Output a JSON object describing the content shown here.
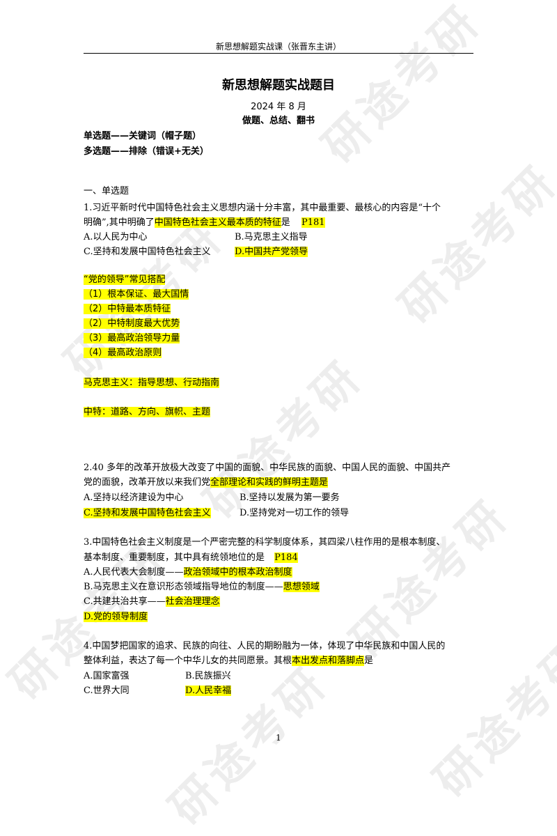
{
  "header": {
    "text": "新思想解题实战课（张晋东主讲）"
  },
  "title": "新思想解题实战题目",
  "date": "2024 年 8 月",
  "motto": "做题、总结、翻书",
  "tips": [
    "单选题——关键词（帽子题）",
    "多选题——排除（错误+无关）"
  ],
  "section": "一、单选题",
  "q1": {
    "line1": "1.习近平新时代中国特色社会主义思想内涵十分丰富，其中最重要、最核心的内容是“十个",
    "line2_pre": "明确”,其中明确了",
    "line2_hl": "中国特色社会主义最本质的特征",
    "line2_post": "是",
    "page_ref": "P181",
    "opt_a": "A.以人民为中心",
    "opt_b": "B.马克思主义指导",
    "opt_c": "C.坚持和发展中国特色社会主义",
    "opt_d": "D.中国共产党领导"
  },
  "notes": {
    "heading": "“党的领导”常见搭配",
    "items": [
      "（1）根本保证、最大国情",
      "（2）中特最本质特征",
      "（2）中特制度最大优势",
      "（3）最高政治领导力量",
      "（4）最高政治原则"
    ],
    "marx": "马克思主义：指导思想、行动指南",
    "zhongte": "中特：道路、方向、旗帜、主题"
  },
  "q2": {
    "line1": "2.40 多年的改革开放极大改变了中国的面貌、中华民族的面貌、中国人民的面貌、中国共产",
    "line2_pre": "党的面貌，改革开放以来我们党",
    "line2_hl": "全部理论和实践的鲜明主题是",
    "opt_a": "A.坚持以经济建设为中心",
    "opt_b": "B.坚持以发展为第一要务",
    "opt_c": "C.坚持和发展中国特色社会主义",
    "opt_d": "D.坚持党对一切工作的领导"
  },
  "q3": {
    "line1": "3.中国特色社会主义制度是一个严密完整的科学制度体系，其四梁八柱作用的是根本制度、",
    "line2": "基本制度、重要制度，其中具有统领地位的是",
    "page_ref": "P184",
    "opt_a_pre": "A.人民代表大会制度——",
    "opt_a_hl": "政治领域中的根本政治制度",
    "opt_b_pre": "B.马克思主义在意识形态领域指导地位的制度——",
    "opt_b_hl": "思想领域",
    "opt_c_pre": "C.共建共治共享——",
    "opt_c_hl": "社会治理理念",
    "opt_d": "D.党的领导制度"
  },
  "q4": {
    "line1": "4.中国梦把国家的追求、民族的向往、人民的期盼融为一体，体现了中华民族和中国人民的",
    "line2_pre": "整体利益，表达了每一个中华儿女的共同愿景。其根",
    "line2_hl": "本出发点和落脚点",
    "line2_post": "是",
    "opt_a": "A.国家富强",
    "opt_b": "B.民族振兴",
    "opt_c": "C.世界大同",
    "opt_d": "D.人民幸福"
  },
  "page_number": "1",
  "watermark": "研途考研"
}
